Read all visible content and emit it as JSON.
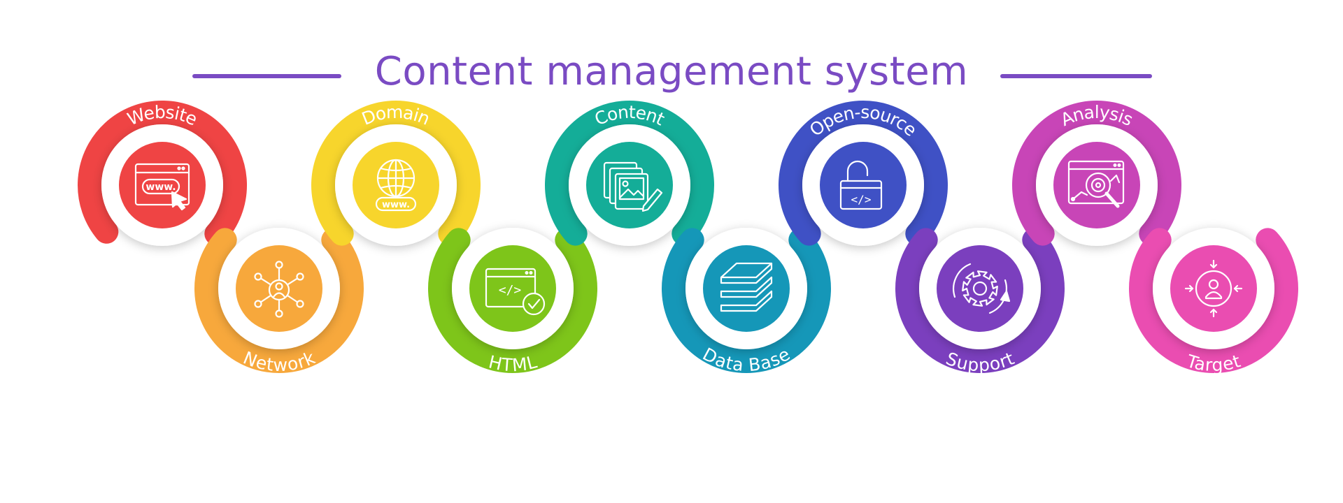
{
  "title": "Content management system",
  "colors": {
    "title": "#7a4bc3",
    "title_lines": "#7a4bc3"
  },
  "steps": [
    {
      "label": "Website",
      "color": "#ef4444",
      "icon": "browser-www-cursor-icon",
      "position": "top"
    },
    {
      "label": "Network",
      "color": "#f7a83c",
      "icon": "network-user-icon",
      "position": "bottom"
    },
    {
      "label": "Domain",
      "color": "#f7d52c",
      "icon": "globe-www-icon",
      "position": "top"
    },
    {
      "label": "HTML",
      "color": "#7ec51a",
      "icon": "code-window-check-icon",
      "position": "bottom"
    },
    {
      "label": "Content",
      "color": "#14ad98",
      "icon": "images-pencil-icon",
      "position": "top"
    },
    {
      "label": "Data Base",
      "color": "#1597b8",
      "icon": "database-layers-icon",
      "position": "bottom"
    },
    {
      "label": "Open-source",
      "color": "#3f51c5",
      "icon": "unlocked-code-icon",
      "position": "top"
    },
    {
      "label": "Support",
      "color": "#7b3fbe",
      "icon": "gear-refresh-icon",
      "position": "bottom"
    },
    {
      "label": "Analysis",
      "color": "#c845b7",
      "icon": "browser-magnifier-icon",
      "position": "top"
    },
    {
      "label": "Target",
      "color": "#ea4db1",
      "icon": "target-user-icon",
      "position": "bottom"
    }
  ]
}
